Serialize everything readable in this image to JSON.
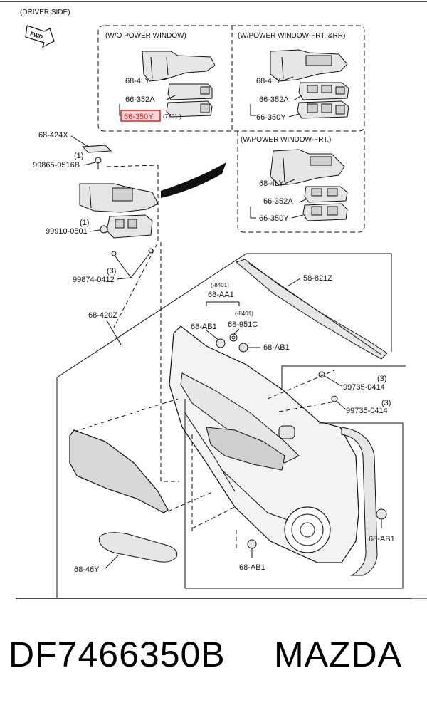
{
  "diagram": {
    "title": "(DRIVER SIDE)",
    "direction_badge": "FWD",
    "groups": {
      "wo_power_window": "(W/O POWER WINDOW)",
      "power_window_frt_rr": "(W/POWER WINDOW-FRT. &RR)",
      "power_window_frt": "(W/POWER WINDOW-FRT.)"
    },
    "labels": {
      "p_4ly_a": "68-4LY",
      "p_352a_a": "66-352A",
      "p_350y_a": "66-350Y",
      "note_7701": "(7701-)",
      "p_4ly_b": "68-4LY",
      "p_352a_b": "66-352A",
      "p_350y_b": "66-350Y",
      "p_4ly_c": "68-4LY",
      "p_352a_c": "66-352A",
      "p_350y_c": "66-350Y",
      "p_424x": "68-424X",
      "qty_1a": "(1)",
      "p_99865": "99865-0516B",
      "qty_1b": "(1)",
      "p_99910": "99910-0501",
      "qty_3a": "(3)",
      "p_99874": "99874-0412",
      "p_420z": "68-420Z",
      "p_821z": "58-821Z",
      "note_8401a": "(-8401)",
      "p_aa1": "68-AA1",
      "note_8401b": "(-8401)",
      "p_951c": "68-951C",
      "p_ab1_a": "68-AB1",
      "p_ab1_b": "68-AB1",
      "qty_3b": "(3)",
      "p_99735_a": "99735-0414",
      "qty_3c": "(3)",
      "p_99735_b": "99735-0414",
      "p_ab1_c": "68-AB1",
      "p_ab1_d": "68-AB1",
      "p_46y": "68-46Y"
    }
  },
  "caption": {
    "part_number": "DF7466350B",
    "brand": "MAZDA"
  },
  "colors": {
    "highlight": "#e02020",
    "ink": "#111111",
    "part_fill": "#e6e6e6"
  }
}
